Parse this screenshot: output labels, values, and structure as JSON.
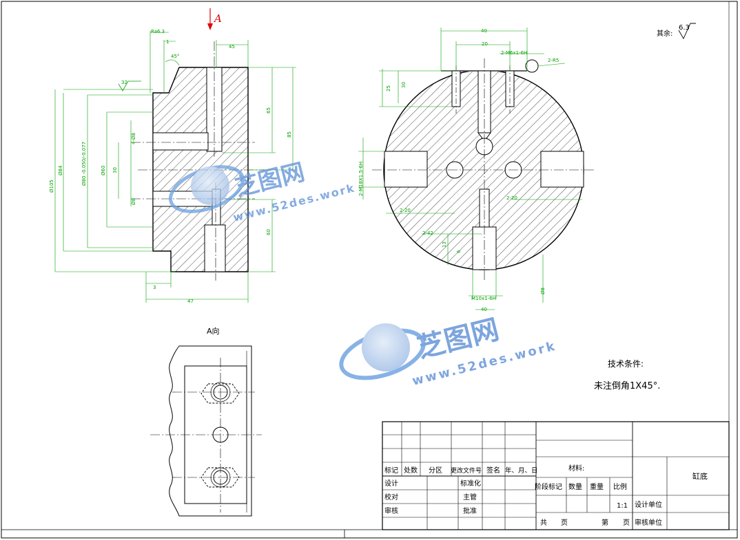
{
  "view_a_arrow": "A",
  "view_a_title": "A向",
  "surface_finish": {
    "label": "其余:",
    "value": "6.3"
  },
  "tech_requirements": {
    "title": "技术条件:",
    "text": "未注倒角1X45°."
  },
  "part_name": "缸底",
  "scale": "1:1",
  "watermarks": [
    {
      "brand": "芝图网",
      "url": "www.52des.work"
    },
    {
      "brand": "芝图网",
      "url": "www.52des.work"
    }
  ],
  "left_dims": {
    "top_a": "Ra6.3",
    "top_b": "1",
    "chamfer": "45°",
    "roughness": "32",
    "d45": "45",
    "d65": "65",
    "d85": "85",
    "d60": "60",
    "d47": "47",
    "d3": "3",
    "phi105": "Ø105",
    "phi84": "Ø84",
    "phi80": "Ø80 -0.050/-0.077",
    "phi60": "Ø60",
    "d30": "30",
    "t1": "4-Ø8",
    "t2": "Ø8"
  },
  "right_dims": {
    "top40": "40",
    "top20": "20",
    "m6": "2-M6x1-6H",
    "r5": "2-R5",
    "v25": "25",
    "v30": "30",
    "m15": "2-M18X1.5-6H",
    "h20a": "2-20",
    "h20b": "2-20",
    "h42": "2-42",
    "v13": "13",
    "v6": "6",
    "bot10": "M10x1-6H",
    "bot40": "40",
    "side": "Ø8"
  },
  "title_block": {
    "row_headers": [
      "标记",
      "处数",
      "分区",
      "更改文件号",
      "签名",
      "年、月、日"
    ],
    "design": "设计",
    "standardize": "标准化",
    "check": "校对",
    "supervise": "主管",
    "review": "审核",
    "approve": "批准",
    "material": "材料:",
    "stage_mark": "阶段标记",
    "qty": "数量",
    "weight": "重量",
    "ratio": "比例",
    "design_unit": "设计单位",
    "review_unit": "审核单位",
    "total": "共",
    "page1": "页",
    "sheet": "第",
    "page2": "页"
  }
}
